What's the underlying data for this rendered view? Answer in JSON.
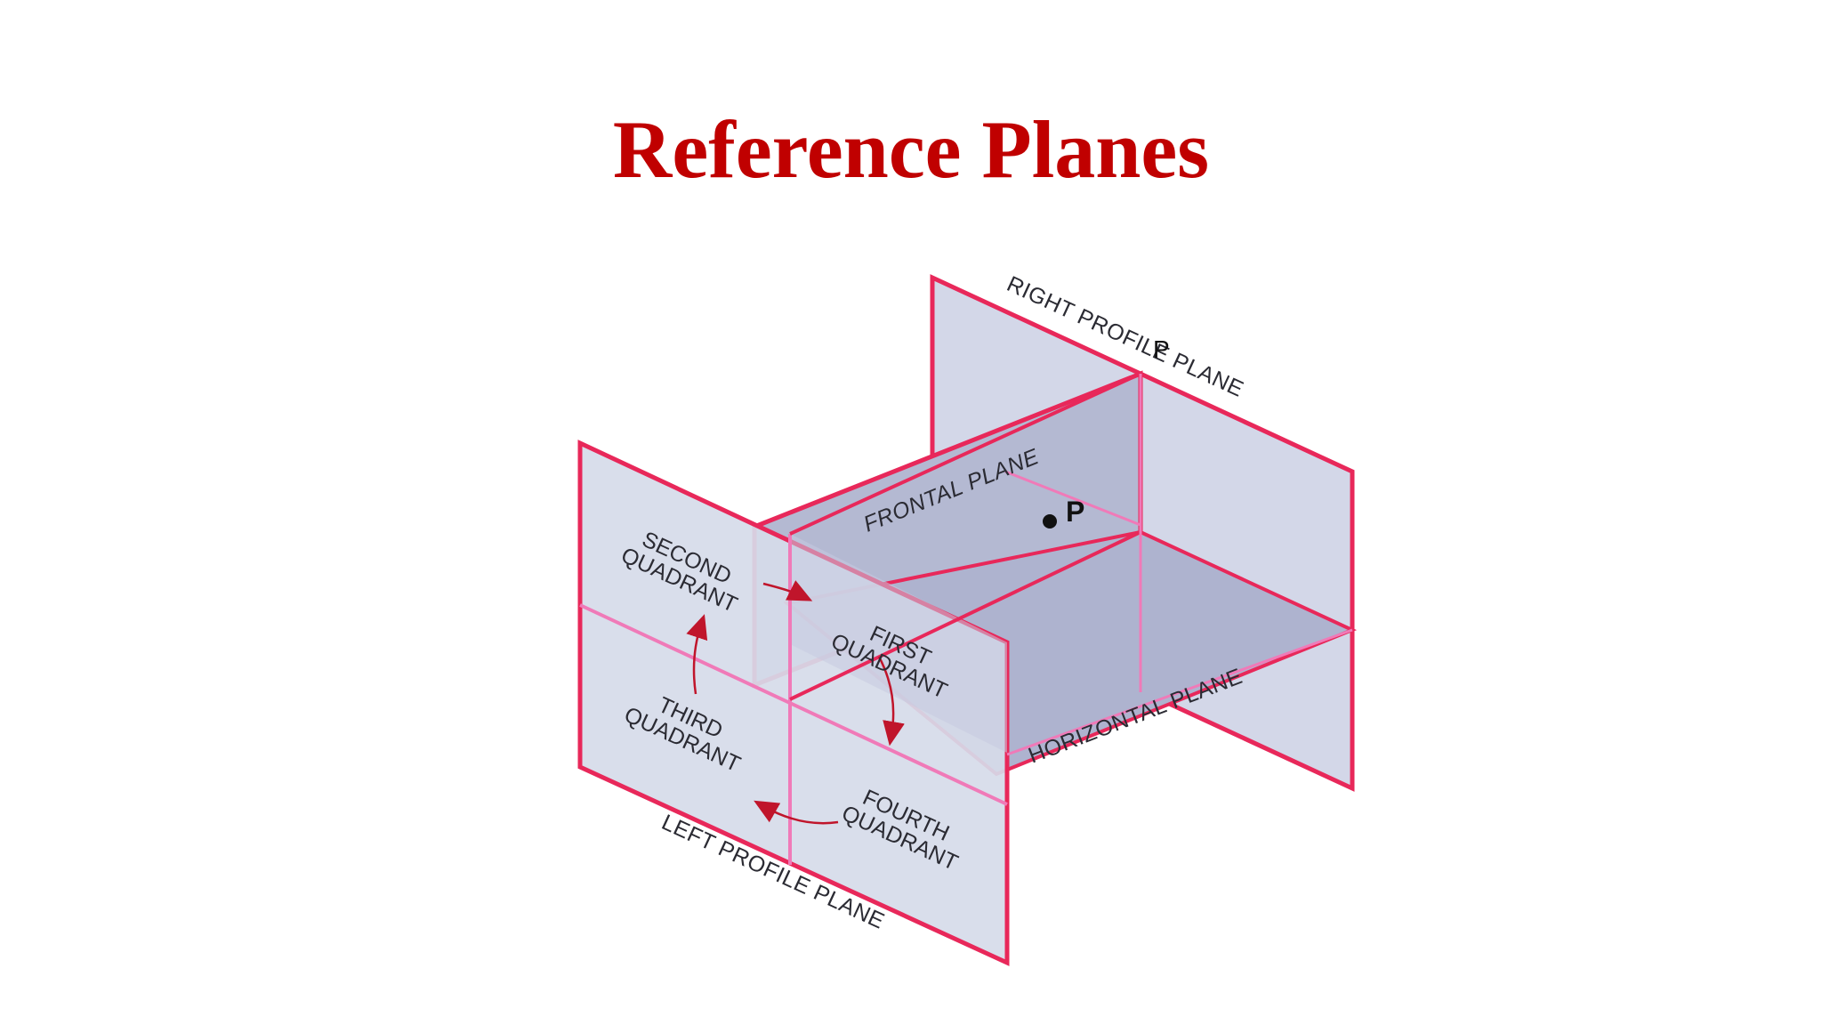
{
  "slide": {
    "title": "Reference Planes",
    "title_color": "#c00000"
  },
  "diagram": {
    "plane_labels": {
      "right_profile": "RIGHT PROFILE PLANE",
      "left_profile": "LEFT PROFILE PLANE",
      "frontal": "FRONTAL PLANE",
      "horizontal": "HORIZONTAL PLANE"
    },
    "quadrants": {
      "first": [
        "FIRST",
        "QUADRANT"
      ],
      "second": [
        "SECOND",
        "QUADRANT"
      ],
      "third": [
        "THIRD",
        "QUADRANT"
      ],
      "fourth": [
        "FOURTH",
        "QUADRANT"
      ]
    },
    "points": {
      "main": "P",
      "projection": "P"
    },
    "colors": {
      "plane_edge": "#e8285a",
      "intersection": "#f07ab8",
      "plane_fill": "#cfd4e6",
      "plane_fill_dark": "#aab0cd",
      "arrow": "#c0152b"
    }
  }
}
